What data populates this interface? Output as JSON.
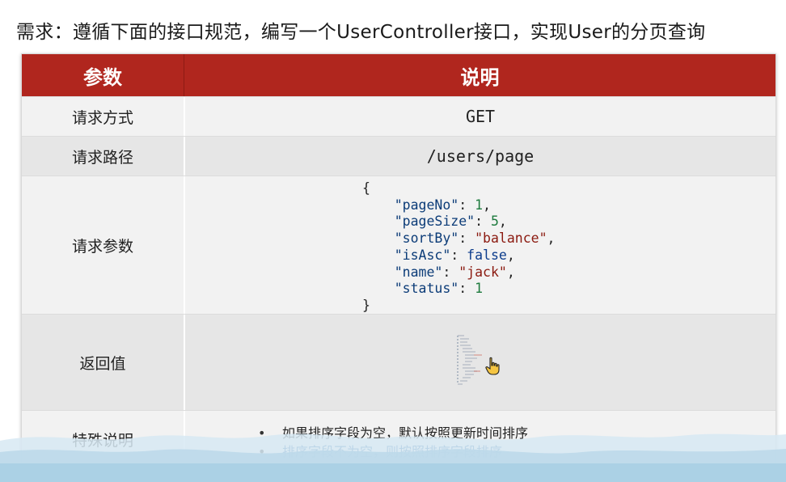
{
  "headline": "需求：遵循下面的接口规范，编写一个UserController接口，实现User的分页查询",
  "table": {
    "header": {
      "param": "参数",
      "desc": "说明"
    },
    "rows": {
      "method": {
        "label": "请求方式",
        "value": "GET"
      },
      "path": {
        "label": "请求路径",
        "value": "/users/page"
      },
      "params": {
        "label": "请求参数"
      },
      "ret": {
        "label": "返回值"
      },
      "note": {
        "label": "特殊说明"
      }
    }
  },
  "request_params": {
    "open": "{",
    "close": "}",
    "fields": [
      {
        "key": "\"pageNo\"",
        "value": "1",
        "type": "num",
        "comma": ","
      },
      {
        "key": "\"pageSize\"",
        "value": "5",
        "type": "num",
        "comma": ","
      },
      {
        "key": "\"sortBy\"",
        "value": "\"balance\"",
        "type": "str",
        "comma": ","
      },
      {
        "key": "\"isAsc\"",
        "value": "false",
        "type": "bool",
        "comma": ","
      },
      {
        "key": "\"name\"",
        "value": "\"jack\"",
        "type": "str",
        "comma": ","
      },
      {
        "key": "\"status\"",
        "value": "1",
        "type": "num",
        "comma": ""
      }
    ]
  },
  "notes": {
    "bullet": "•",
    "items": [
      "如果排序字段为空，默认按照更新时间排序",
      "排序字段不为空，则按照排序字段排序"
    ]
  },
  "colors": {
    "header_bg": "#b0261e",
    "row_light": "#f2f2f2",
    "row_dark": "#e6e6e6"
  },
  "icons": {
    "cursor": "hand-pointer-icon",
    "thumbnail": "json-response-thumbnail"
  }
}
